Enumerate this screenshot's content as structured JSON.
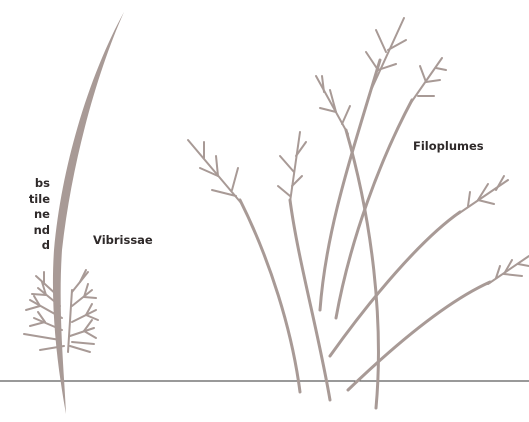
{
  "labels": {
    "vibrissae": "Vibrissae",
    "filoplumes": "Filoplumes"
  },
  "clipped_text_lines": [
    "bs",
    "tile",
    "ne",
    "nd",
    "d"
  ],
  "colors": {
    "feather": "#a89a96",
    "ground_line": "#333333",
    "text": "#2f2a2a",
    "background": "#ffffff"
  }
}
